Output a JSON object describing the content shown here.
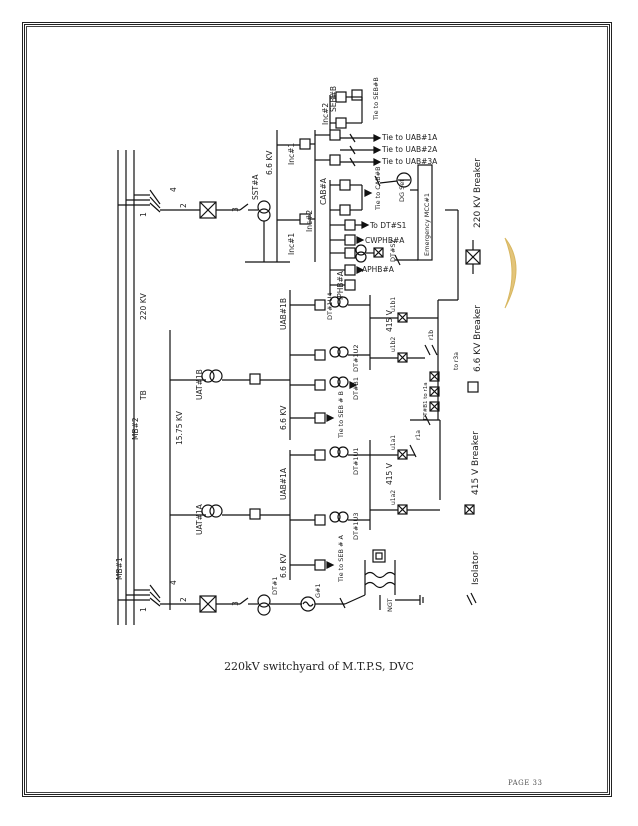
{
  "caption": "220kV switchyard of M.T.P.S, DVC",
  "page_number": "PAGE 33",
  "diagram": {
    "buses": {
      "mb1": "MB#1",
      "mb2": "MB#2",
      "tb": "TB",
      "v220": "220 KV"
    },
    "unit_voltage": "15.75 KV",
    "sst": "SST#A",
    "sst_bus_voltage": "6.6 KV",
    "sst_incomer_1": "Inc#1",
    "sst_incomer_2": "Inc#2",
    "seb_b": "SEB#B",
    "tie_seb_b": "Tie to SEB#B",
    "tie_uab_1a": "Tie to UAB#1A",
    "tie_uab_2a": "Tie to UAB#2A",
    "tie_uab_3a": "Tie to UAB#3A",
    "cab_a": "CAB#A",
    "tie_cab_b": "Tie to CAB#B",
    "dg_set": "DG Set",
    "emergency_mcc": "Emergency MCC#1",
    "to_dt_s1": "To DT#S1",
    "cwphb_a": "CWPHB#A",
    "dt_s2": "DT#S2",
    "aphb_a": "APHB#A",
    "iphb_a": "IPHB#A",
    "uab_1b": "UAB#1B",
    "uat_1b": "UAT#1B",
    "bus_6_6kv": "6.6 KV",
    "tie_seb_b2": "Tie to SEB # B",
    "dt_1u4": "DT#1U4",
    "dt_1u2": "DT#1U2",
    "dt_b1": "DT#B1",
    "v415": "415 V",
    "u1b1": "u1b1",
    "u1b2": "u1b2",
    "r1b": "r1b",
    "to_r3a": "to r3a",
    "dt_b1_bus": "DT#B1 to r1a",
    "r1a": "r1a",
    "uab_1a": "UAB#1A",
    "uat_1a": "UAT#1A",
    "tie_seb_a": "Tie to SEB # A",
    "dt_1u1": "DT#1U1",
    "dt_1u3": "DT#1U3",
    "u1a1": "u1a1",
    "u1a2": "u1a2",
    "dt_1": "DT#1",
    "gen": "G#1",
    "ngt": "NGT",
    "num_1": "1",
    "num_2": "2",
    "num_3": "3",
    "num_4": "4"
  },
  "legend": {
    "breaker_220": "220 KV Breaker",
    "breaker_66": "6.6 KV Breaker",
    "breaker_415": "415 V Breaker",
    "isolator": "Isolator"
  }
}
